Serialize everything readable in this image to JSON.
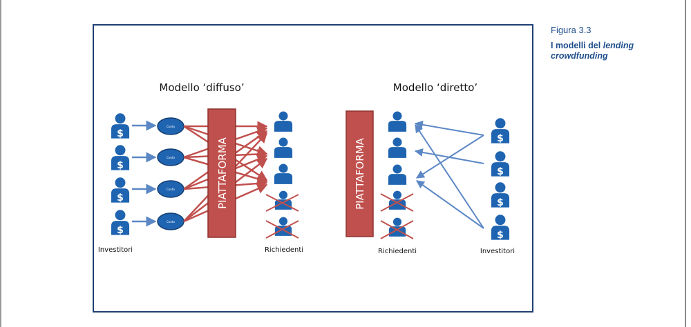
{
  "caption": {
    "number": "Figura 3.3",
    "title_plain": "I modelli del ",
    "title_italic": "lending crowdfunding"
  },
  "diagram": {
    "left": {
      "title": "Modello ‘diffuso’",
      "platform": "PIATTAFORMA",
      "investors_label": "Investitori",
      "borrowers_label": "Richiedenti",
      "node_label": "Conto"
    },
    "right": {
      "title": "Modello ‘diretto’",
      "platform": "PIATTAFORMA",
      "borrowers_label": "Richiedenti",
      "investors_label": "Investitori"
    },
    "colors": {
      "person": "#1f64b0",
      "platform": "#c0504d",
      "arrow_red": "#c0504d",
      "arrow_blue": "#5b87c5",
      "cross": "#c0504d",
      "frame": "#1f3f73"
    }
  }
}
